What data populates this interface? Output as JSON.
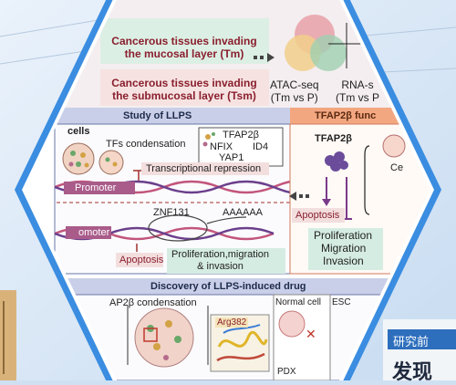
{
  "top": {
    "tm_label": "Cancerous tissues invading\nthe mucosal layer (Tm)",
    "tsm_label": "Cancerous tissues invading\nthe submucosal layer (Tsm)",
    "atac_label": "ATAC-seq\n(Tm vs P)",
    "rna_label": "RNA-s\n(Tm vs P"
  },
  "llps": {
    "title": "Study of LLPS",
    "cells_label": "cells",
    "condensation_label": "TFs condensation",
    "tf_list": [
      "TFAP2β",
      "NFIX",
      "ID4",
      "YAP1"
    ],
    "repression_label": "Transcriptional repression",
    "promoter_label": "Promoter",
    "promoter_label_2": "omoter",
    "znf_label": "ZNF131",
    "polya_label": "AAAAAA",
    "apoptosis_label": "Apoptosis",
    "proliferation_label": "Proliferation,migration\n& invasion"
  },
  "tfap": {
    "title": "TFAP2β func",
    "protein_label": "TFAP2β",
    "cell_label": "Ce",
    "apoptosis_label": "Apoptosis",
    "outcomes": [
      "Proliferation",
      "Migration",
      "Invasion"
    ]
  },
  "drug": {
    "title": "Discovery of LLPS-induced drug",
    "condensation_label": "AP2β condensation",
    "residue_label": "Arg382",
    "normal_cell_label": "Normal cell",
    "esc_label": "ESC",
    "pdx_label": "PDX"
  },
  "side": {
    "research_label": "研究前",
    "discovery_label": "发现"
  }
}
